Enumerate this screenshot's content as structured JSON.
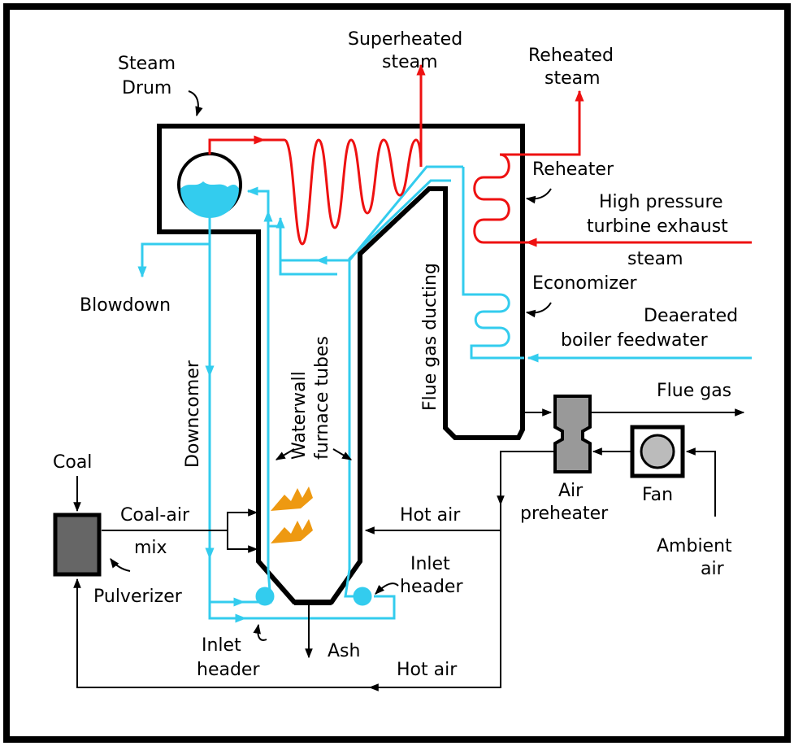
{
  "colors": {
    "water": "#33ccee",
    "steam": "#ee1111",
    "line": "#000000",
    "component": "#666666",
    "flame": "#ee9911"
  },
  "labels": {
    "steam_drum_1": "Steam",
    "steam_drum_2": "Drum",
    "superheated_1": "Superheated",
    "superheated_2": "steam",
    "reheated_1": "Reheated",
    "reheated_2": "steam",
    "reheater": "Reheater",
    "hp_exhaust_1": "High pressure",
    "hp_exhaust_2": "turbine exhaust",
    "hp_exhaust_3": "steam",
    "economizer": "Economizer",
    "feedwater_1": "Deaerated",
    "feedwater_2": "boiler feedwater",
    "flue_gas": "Flue gas",
    "flue_gas_ducting": "Flue gas ducting",
    "blowdown": "Blowdown",
    "downcomer": "Downcomer",
    "waterwall_1": "Waterwall",
    "waterwall_2": "furnace tubes",
    "coal": "Coal",
    "coal_air_1": "Coal-air",
    "coal_air_2": "mix",
    "pulverizer": "Pulverizer",
    "hot_air_1": "Hot air",
    "hot_air_2": "Hot air",
    "air_preheater_1": "Air",
    "air_preheater_2": "preheater",
    "fan": "Fan",
    "ambient_1": "Ambient",
    "ambient_2": "air",
    "inlet_header_r1": "Inlet",
    "inlet_header_r2": "header",
    "inlet_header_l1": "Inlet",
    "inlet_header_l2": "header",
    "ash": "Ash"
  }
}
